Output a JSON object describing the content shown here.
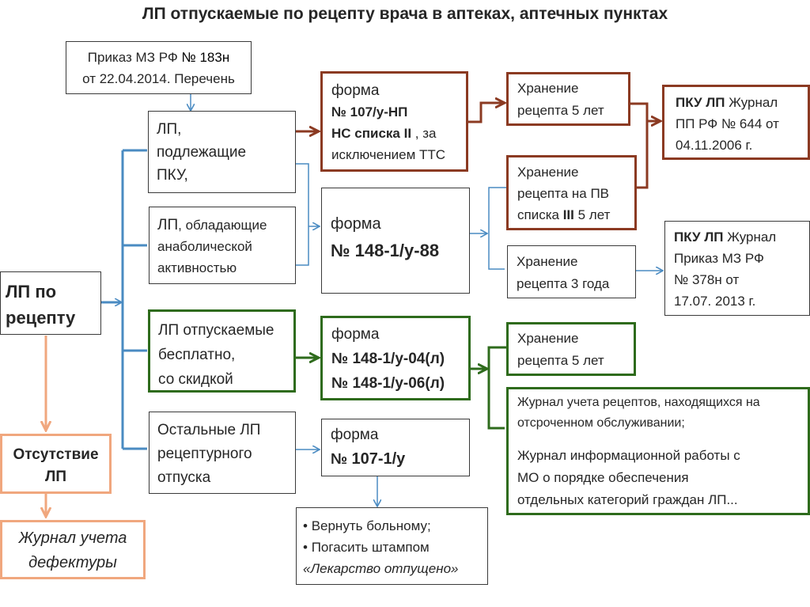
{
  "title": "ЛП  отпускаемые по рецепту врача в аптеках, аптечных пунктах",
  "order": {
    "line1a": "Приказ МЗ РФ ",
    "line1b": "№ 183н",
    "line2": "от 22.04.2014. Перечень"
  },
  "lp_recipe": {
    "line1": "ЛП  по",
    "line2": "рецепту"
  },
  "pku": {
    "line1": "ЛП,",
    "line2": "подлежащие",
    "line3": "ПКУ,"
  },
  "anabolic": {
    "line1a": "ЛП",
    "line1b": ", обладающие",
    "line2": "анаболической",
    "line3": "активностью"
  },
  "free": {
    "line1": "ЛП отпускаемые",
    "line2": "бесплатно,",
    "line3": "со скидкой"
  },
  "other": {
    "line1": "Остальные ЛП",
    "line2": "рецептурного",
    "line3": "отпуска"
  },
  "form107np": {
    "line1": "форма",
    "line2": "№ 107/у-НП",
    "line3a": "НС  списка II",
    "line3b": " , за",
    "line4": "исключением ТТС"
  },
  "form148_88": {
    "line1": "форма",
    "line2": "№ 148-1/у-88"
  },
  "form148_04": {
    "line1": "форма",
    "line2": "№  148-1/у-04(л)",
    "line3": "№  148-1/у-06(л)"
  },
  "form107_1": {
    "line1": "форма",
    "line2a": "№ ",
    "line2b": "107-1/у"
  },
  "storage5_a": {
    "line1": "Хранение",
    "line2": "рецепта 5 лет"
  },
  "storage_pv": {
    "line1": "Хранение",
    "line2": "рецепта  на  ПВ",
    "line3a": "списка ",
    "line3b": "III",
    "line3c": "  5 лет"
  },
  "storage3": {
    "line1": "Хранение",
    "line2": "рецепта 3 года"
  },
  "storage5_b": {
    "line1": "Хранение",
    "line2": "рецепта  5 лет"
  },
  "pku_644": {
    "line1a": "ПКУ  ЛП",
    "line1b": "  Журнал",
    "line2": "ПП РФ № 644  от",
    "line3": "04.11.2006 г."
  },
  "pku_378": {
    "line1a": "ПКУ  ЛП",
    "line1b": "  Журнал",
    "line2": "Приказ   МЗ РФ",
    "line3": "№ 378н   от",
    "line4": "17.07. 2013 г."
  },
  "journals": {
    "j1_line1": "Журнал учета рецептов, находящихся на",
    "j1_line2": "отсроченном обслуживании;",
    "j2_line1": "Журнал  информационной работы  с",
    "j2_line2": "МО о порядке обеспечения",
    "j2_line3": "отдельных категорий граждан  ЛП..."
  },
  "actions": {
    "item1": "Вернуть больному;",
    "item2": "Погасить штампом",
    "item3": "«Лекарство отпущено»",
    "bullet": "•"
  },
  "absence": {
    "line1": "Отсутствие",
    "line2": "ЛП"
  },
  "defect": {
    "line1": "Журнал учета",
    "line2": "дефектуры"
  },
  "colors": {
    "blue": "#4a8bc2",
    "red": "#8b3a22",
    "green": "#2e6b1c",
    "orange": "#f0a77e"
  }
}
